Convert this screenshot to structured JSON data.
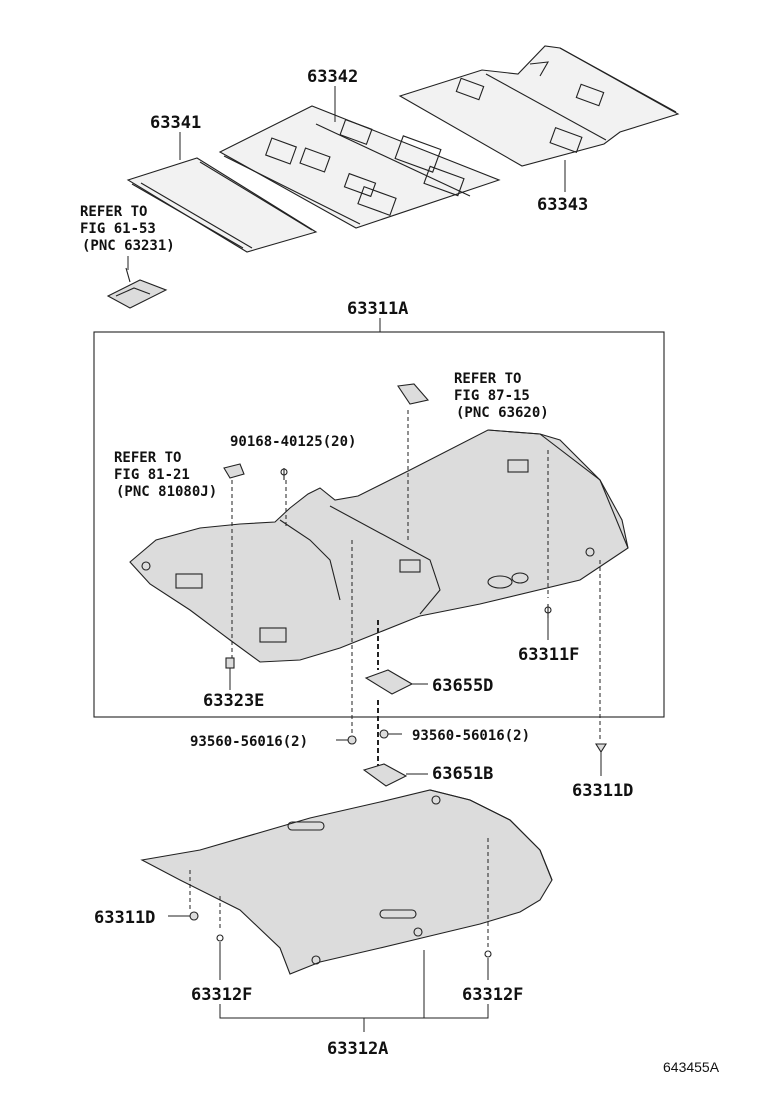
{
  "labels": {
    "p63341": "63341",
    "p63342": "63342",
    "p63343": "63343",
    "p63311A": "63311A",
    "p63311F": "63311F",
    "p63311D_right": "63311D",
    "p63323E": "63323E",
    "p63655D": "63655D",
    "p63651B": "63651B",
    "p63311D_left": "63311D",
    "p63312F_left": "63312F",
    "p63312F_right": "63312F",
    "p63312A": "63312A",
    "screw_90168": "90168-40125(20)",
    "clip_left": "93560-56016(2)",
    "clip_right": "93560-56016(2)",
    "figure_id": "643455A"
  },
  "refs": {
    "fig61": {
      "l1": "REFER TO",
      "l2": "FIG 61-53",
      "l3": "(PNC 63231)"
    },
    "fig87": {
      "l1": "REFER TO",
      "l2": "FIG 87-15",
      "l3": "(PNC 63620)"
    },
    "fig81": {
      "l1": "REFER TO",
      "l2": "FIG 81-21",
      "l3": "(PNC 81080J)"
    }
  }
}
